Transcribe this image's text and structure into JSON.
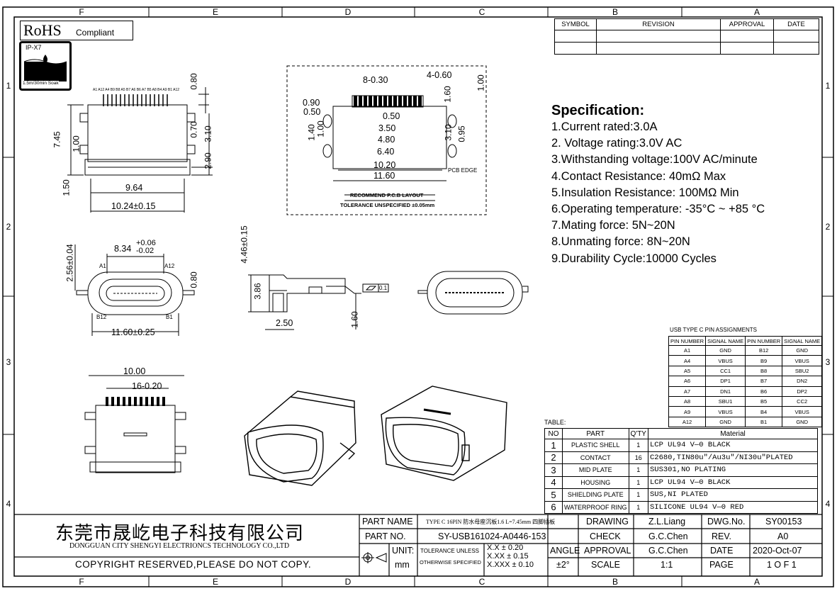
{
  "zone_letters": {
    "top": [
      "F",
      "E",
      "D",
      "C",
      "B",
      "A"
    ],
    "bottom": [
      "F",
      "E",
      "D",
      "C",
      "B",
      "A"
    ]
  },
  "zone_numbers": {
    "left": [
      "1",
      "2",
      "3",
      "4"
    ],
    "right": [
      "1",
      "2",
      "3",
      "4"
    ]
  },
  "rohs": {
    "big": "RoHS",
    "small": "Compliant"
  },
  "ip_badge": {
    "rating": "IP-X7",
    "soak": "1.5m/30min Soak"
  },
  "revision_table": {
    "headers": [
      "SYMBOL",
      "REVISION",
      "APPROVAL",
      "DATE"
    ]
  },
  "specification": {
    "title": "Specification:",
    "lines": [
      "1.Current rated:3.0A",
      "2. Voltage rating:3.0V AC",
      "3.Withstanding voltage:100V AC/minute",
      "4.Contact Resistance: 40mΩ Max",
      "5.Insulation Resistance: 100MΩ Min",
      "6.Operating temperature: -35°C ~ +85 °C",
      "7.Mating force: 5N~20N",
      "8.Unmating force: 8N~20N",
      "9.Durability Cycle:10000 Cycles"
    ]
  },
  "pin_assignments": {
    "title": "USB TYPE C PIN ASSIGNMENTS",
    "headers": [
      "PIN NUMBER",
      "SIGNAL NAME",
      "PIN NUMBER",
      "SIGNAL NAME"
    ],
    "rows": [
      [
        "A1",
        "GND",
        "B12",
        "GND"
      ],
      [
        "A4",
        "VBUS",
        "B9",
        "VBUS"
      ],
      [
        "A5",
        "CC1",
        "B8",
        "SBU2"
      ],
      [
        "A6",
        "DP1",
        "B7",
        "DN2"
      ],
      [
        "A7",
        "DN1",
        "B6",
        "DP2"
      ],
      [
        "A8",
        "SBU1",
        "B5",
        "CC2"
      ],
      [
        "A9",
        "VBUS",
        "B4",
        "VBUS"
      ],
      [
        "A12",
        "GND",
        "B1",
        "GND"
      ]
    ]
  },
  "parts_table": {
    "label": "TABLE:",
    "headers": [
      "NO",
      "PART",
      "Q'TY",
      "Material"
    ],
    "rows": [
      [
        "1",
        "PLASTIC SHELL",
        "1",
        "LCP  UL94  V—0  BLACK"
      ],
      [
        "2",
        "CONTACT",
        "16",
        "C2680,TIN80u\"/Au3u\"/NI30u\"PLATED"
      ],
      [
        "3",
        "MID PLATE",
        "1",
        "SUS301,NO  PLATING"
      ],
      [
        "4",
        "HOUSING",
        "1",
        "LCP  UL94  V—0  BLACK"
      ],
      [
        "5",
        "SHIELDING PLATE",
        "1",
        "SUS,NI  PLATED"
      ],
      [
        "6",
        "WATERPROOF RING",
        "1",
        "SILICONE  UL94  V—0  RED"
      ]
    ]
  },
  "title_block": {
    "company_cn": "东莞市晟屹电子科技有限公司",
    "company_en": "DONGGUAN CITY SHENGYI ELECTRIONCS TECHNOLOGY CO.,LTD",
    "copyright": "COPYRIGHT RESERVED,PLEASE DO NOT COPY.",
    "part_name_label": "PART NAME",
    "part_name": "TYPE C 16PIN 防水母座沉板1.6 L=7.45mm 四脚插板",
    "part_no_label": "PART NO.",
    "part_no": "SY-USB161024-A0446-153",
    "unit_label": "UNIT:",
    "unit_value": "mm",
    "tolerance_label_1": "TOLERANCE UNLESS",
    "tolerance_label_2": "OTHERWISE SPECIFIED",
    "tol_1": "X.X ± 0.20",
    "tol_2": "X.XX ± 0.15",
    "tol_3": "X.XXX ± 0.10",
    "angle_label": "ANGLE",
    "angle_value": "±2°",
    "drawing_label": "DRAWING",
    "drawing": "Z.L.Liang",
    "check_label": "CHECK",
    "check": "G.C.Chen",
    "approval_label": "APPROVAL",
    "approval": "G.C.Chen",
    "scale_label": "SCALE",
    "scale": "1:1",
    "dwg_label": "DWG.No.",
    "dwg": "SY00153",
    "rev_label": "REV.",
    "rev": "A0",
    "date_label": "DATE",
    "date": "2020-Oct-07",
    "page_label": "PAGE",
    "page": "1 O F 1"
  },
  "dims": {
    "top_view": {
      "d080": "0.80",
      "d070": "0.70",
      "d310": "3.10",
      "d290": "2.90",
      "d745": "7.45",
      "d100": "1.00",
      "d150": "1.50",
      "d964": "9.64",
      "w": "10.24±0.15",
      "pins": "A1 A12 A4 B9 B8 A5 B7 A6 B6 A7 B5 A8 B4 A9 B1 A12"
    },
    "pcb": {
      "d830": "8-0.30",
      "d460": "4-0.60",
      "d160": "1.60",
      "d100": "1.00",
      "d090": "0.90",
      "d050a": "0.50",
      "d050b": "0.50",
      "d140": "1.40",
      "d100b": "1.00",
      "d350": "3.50",
      "d480": "4.80",
      "d640": "6.40",
      "d310": "3.10",
      "d095": "0.95",
      "d1020": "10.20",
      "d1160": "11.60",
      "edge": "PCB EDGE",
      "layout_title": "RECOMMEND P.C.B LAYOUT",
      "layout_tol": "TOLERANCE UNSPECIFIED ±0.05mm"
    },
    "front": {
      "w_main": "8.34",
      "w_tol_up": "+0.06",
      "w_tol_dn": "-0.02",
      "h": "2.56±0.04",
      "a1": "A1",
      "a12": "A12",
      "b12": "B12",
      "b1": "B1",
      "d080": "0.80",
      "w": "11.60±0.25"
    },
    "side": {
      "h446": "4.46±0.15",
      "h386": "3.86",
      "d250": "2.50",
      "d160": "1.60",
      "flat": "0.1"
    },
    "bottom": {
      "w": "10.00",
      "pitch": "16-0.20"
    }
  }
}
